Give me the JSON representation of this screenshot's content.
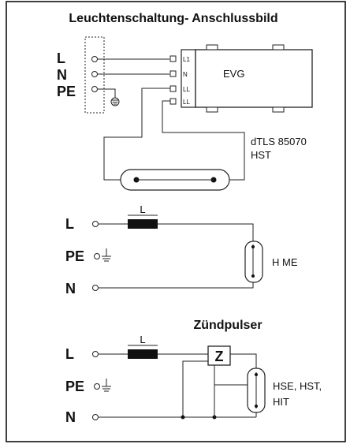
{
  "title": "Leuchtenschaltung- Anschlussbild",
  "colors": {
    "line": "#222222",
    "coil": "#111111",
    "background": "#ffffff"
  },
  "section1": {
    "terminals": [
      "L",
      "N",
      "PE"
    ],
    "evg_label": "EVG",
    "evg_pins": [
      "L1",
      "N",
      "LL",
      "LL"
    ],
    "lamp_label_line1": "dTLS 85070",
    "lamp_label_line2": "HST"
  },
  "section2": {
    "terminals": [
      "L",
      "PE",
      "N"
    ],
    "coil_label": "L",
    "lamp_label": "H ME"
  },
  "section3": {
    "heading": "Zündpulser",
    "terminals": [
      "L",
      "PE",
      "N"
    ],
    "coil_label": "L",
    "igniter_label": "Z",
    "lamp_label_line1": "HSE, HST,",
    "lamp_label_line2": "HIT"
  }
}
